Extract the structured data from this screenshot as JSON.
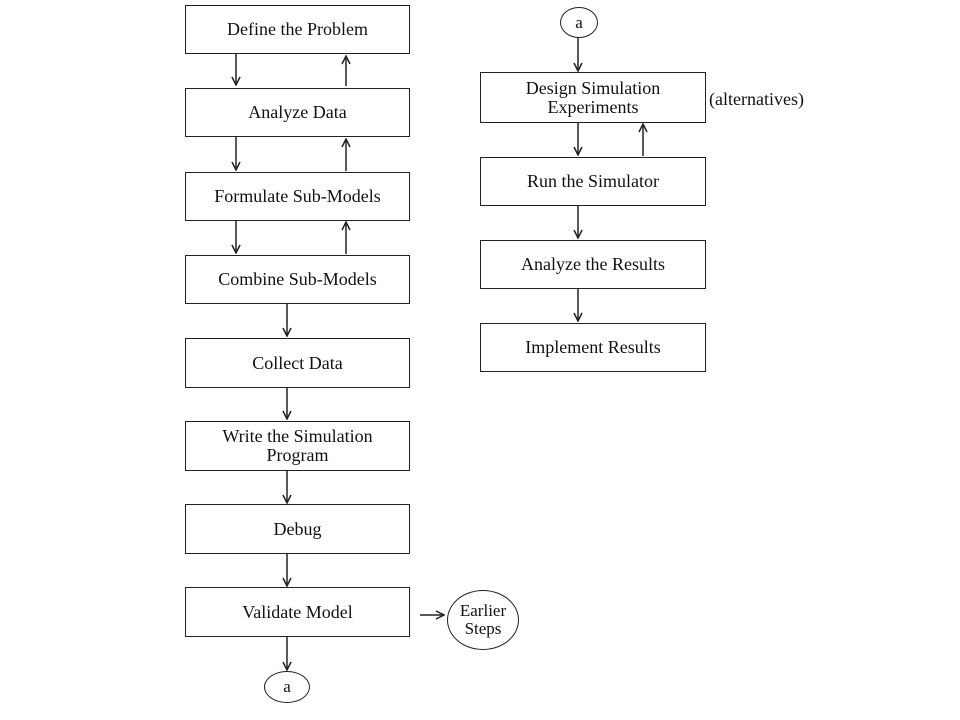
{
  "left_column": {
    "steps": [
      {
        "label": "Define the Problem"
      },
      {
        "label": "Analyze Data"
      },
      {
        "label": "Formulate Sub-Models"
      },
      {
        "label": "Combine Sub-Models"
      },
      {
        "label": "Collect Data"
      },
      {
        "label": "Write the Simulation\nProgram"
      },
      {
        "label": "Debug"
      },
      {
        "label": "Validate Model"
      }
    ],
    "connector_bottom": "a",
    "side_exit": "Earlier\nSteps"
  },
  "right_column": {
    "connector_top": "a",
    "steps": [
      {
        "label": "Design Simulation\nExperiments"
      },
      {
        "label": "Run the Simulator"
      },
      {
        "label": "Analyze the Results"
      },
      {
        "label": "Implement Results"
      }
    ],
    "note": "(alternatives)"
  }
}
